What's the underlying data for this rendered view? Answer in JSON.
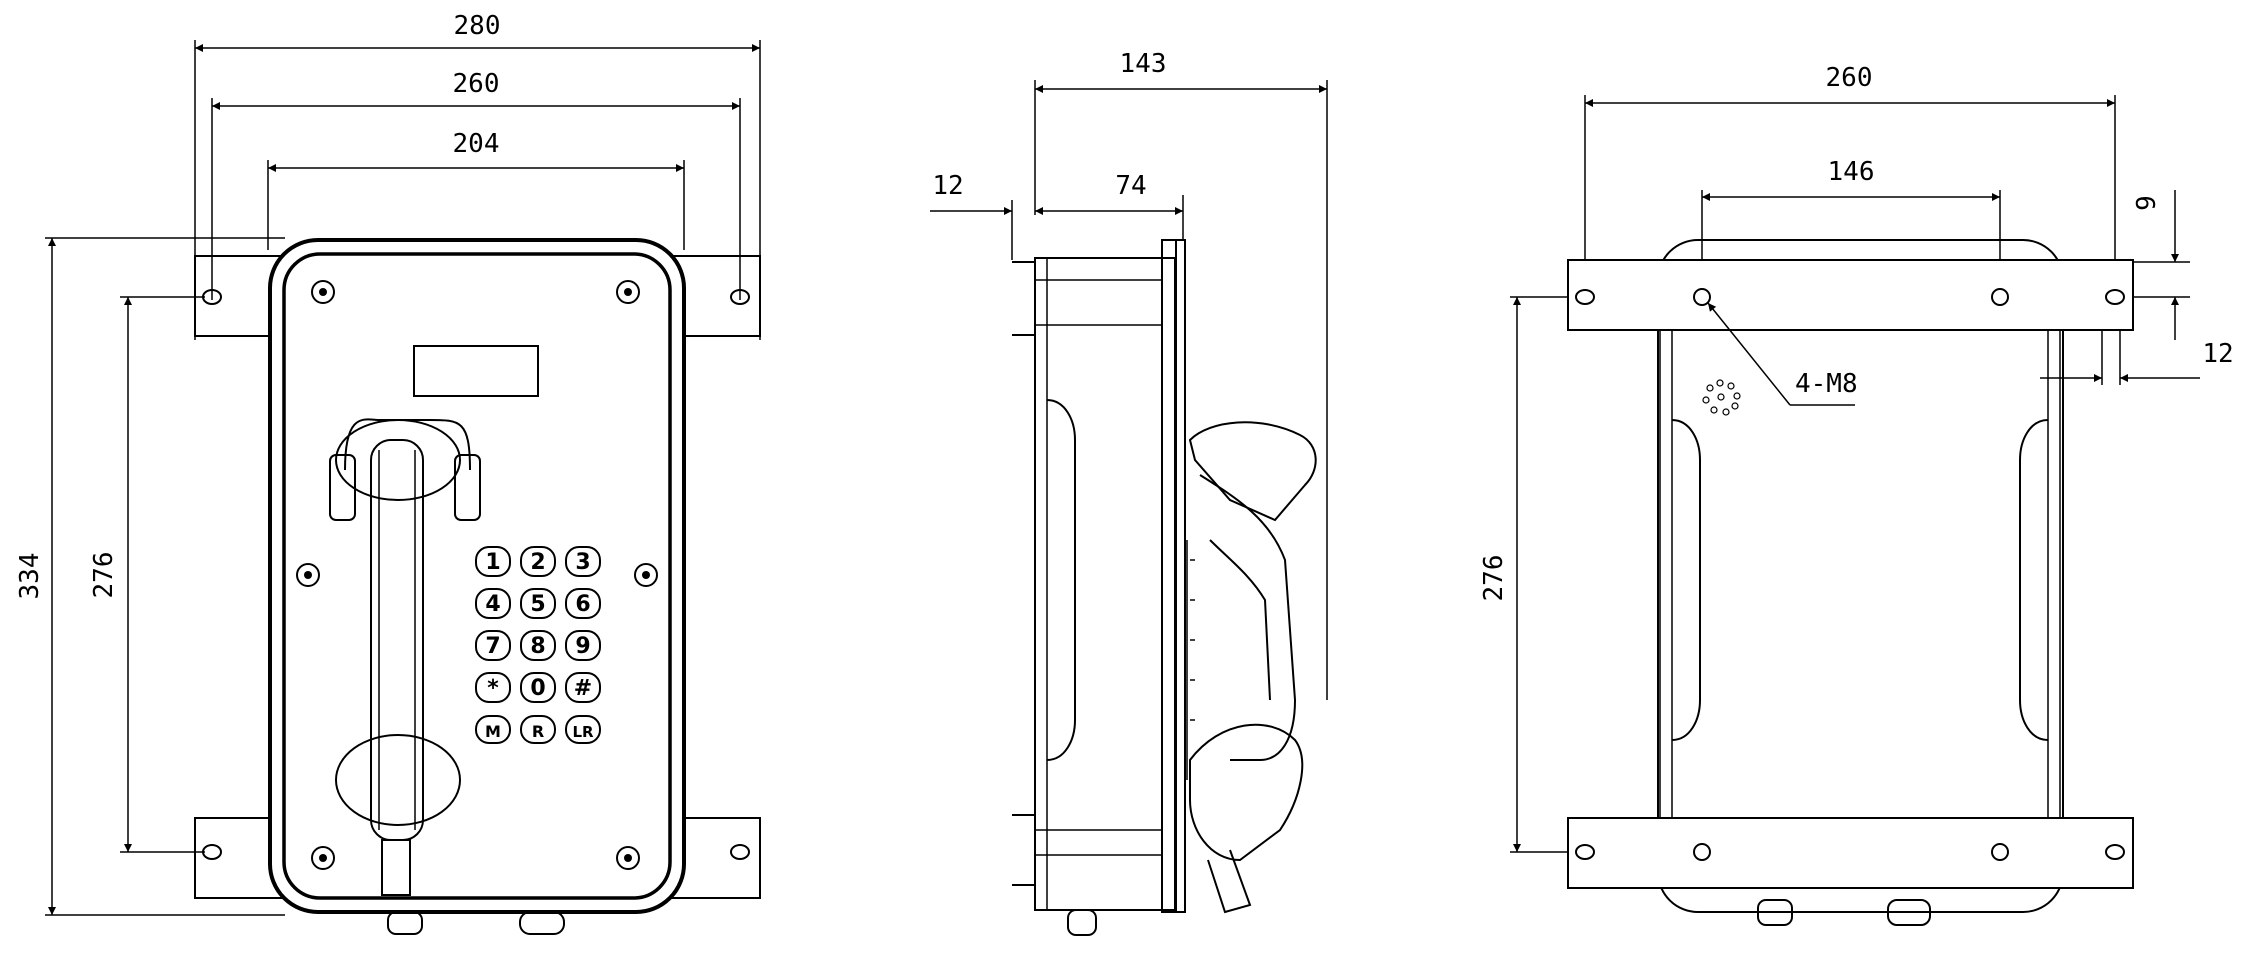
{
  "front_view": {
    "dim_overall_width": "280",
    "dim_hole_spacing": "260",
    "dim_body_width": "204",
    "dim_overall_height": "334",
    "dim_hole_height": "276",
    "keypad": [
      "1",
      "2",
      "3",
      "4",
      "5",
      "6",
      "7",
      "8",
      "9",
      "*",
      "0",
      "#",
      "M",
      "R",
      "LR"
    ]
  },
  "side_view": {
    "dim_depth": "143",
    "dim_body_depth": "74",
    "dim_bracket": "12"
  },
  "rear_view": {
    "dim_hole_spacing": "260",
    "dim_inner_holes": "146",
    "dim_hole_offset": "9",
    "dim_bracket_gap": "12",
    "dim_hole_height": "276",
    "callout_holes": "4-M8"
  }
}
